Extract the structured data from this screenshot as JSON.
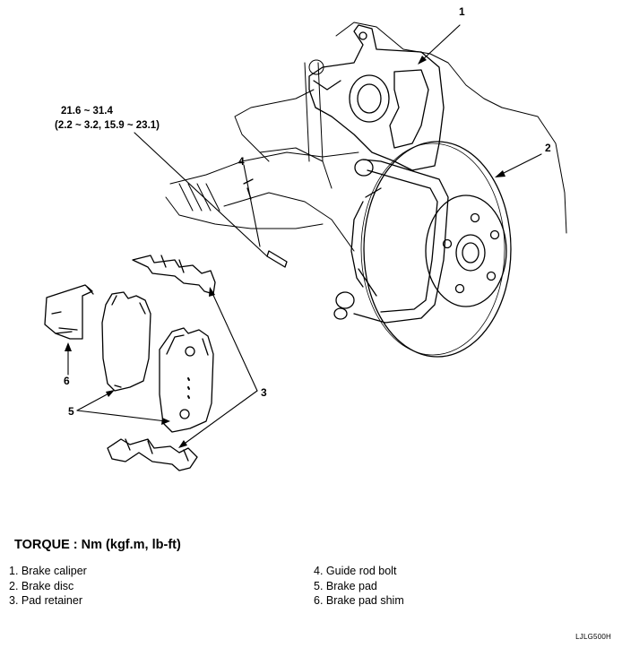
{
  "callouts": {
    "c1": "1",
    "c2": "2",
    "c3": "3",
    "c4": "4",
    "c5": "5",
    "c6": "6"
  },
  "torque_spec": {
    "line1": "21.6 ~ 31.4",
    "line2": "(2.2 ~ 3.2, 15.9 ~ 23.1)"
  },
  "torque_title": "TORQUE : Nm (kgf.m, lb-ft)",
  "legend": {
    "left": [
      "1. Brake caliper",
      "2. Brake disc",
      "3. Pad retainer"
    ],
    "right": [
      "4. Guide rod bolt",
      "5. Brake pad",
      "6. Brake pad shim"
    ]
  },
  "figure_code": "LJLG500H"
}
